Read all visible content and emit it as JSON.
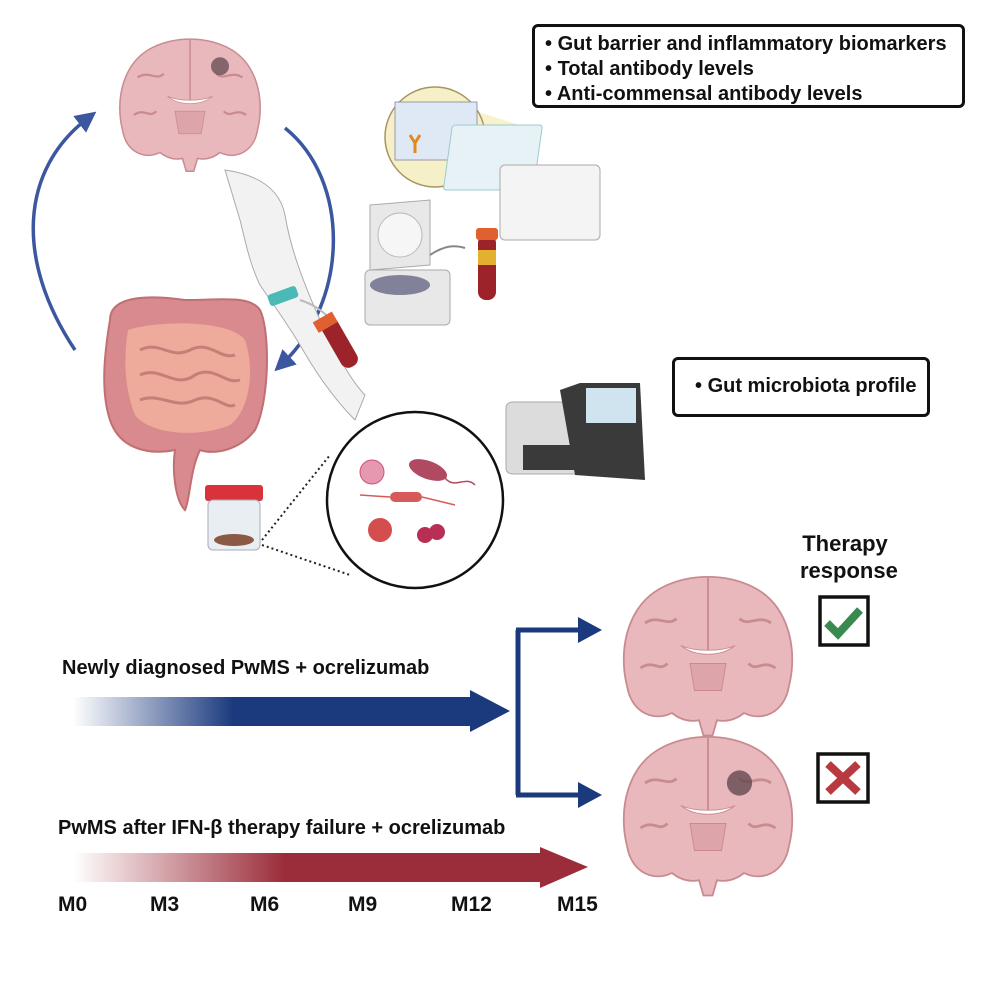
{
  "assay_box": {
    "items": [
      "Gut barrier and inflammatory biomarkers",
      "Total antibody levels",
      "Anti-commensal antibody levels"
    ]
  },
  "microbiota_box": {
    "items": [
      "Gut microbiota profile"
    ]
  },
  "therapy_response": {
    "title_line1": "Therapy",
    "title_line2": "response",
    "responder_icon": "check-icon",
    "non_responder_icon": "x-icon",
    "check_color": "#3a8a4f",
    "x_color": "#b8393f"
  },
  "cohorts": [
    {
      "label": "Newly diagnosed PwMS + ocrelizumab",
      "color": "#1b3a7e"
    },
    {
      "label": "PwMS after IFN-β therapy failure + ocrelizumab",
      "color": "#9b2d3a"
    }
  ],
  "timeline": {
    "ticks": [
      "M0",
      "M3",
      "M6",
      "M9",
      "M12",
      "M15"
    ]
  },
  "colors": {
    "cycle_arrow": "#3c57a0",
    "brain_fill": "#e8b8bc",
    "brain_stroke": "#c98a90",
    "gut_fill": "#e4a0a0",
    "box_border": "#111111"
  }
}
